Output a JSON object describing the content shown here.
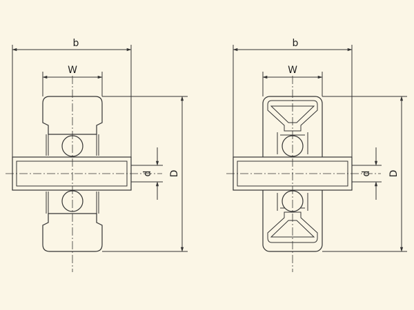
{
  "background_color": "#fbf6e6",
  "line_color": "#333333",
  "left_view": {
    "dims": {
      "b": "b",
      "W": "W",
      "d": "d",
      "D": "D"
    }
  },
  "right_view": {
    "dims": {
      "b": "b",
      "W": "W",
      "d": "d",
      "D": "D"
    }
  }
}
